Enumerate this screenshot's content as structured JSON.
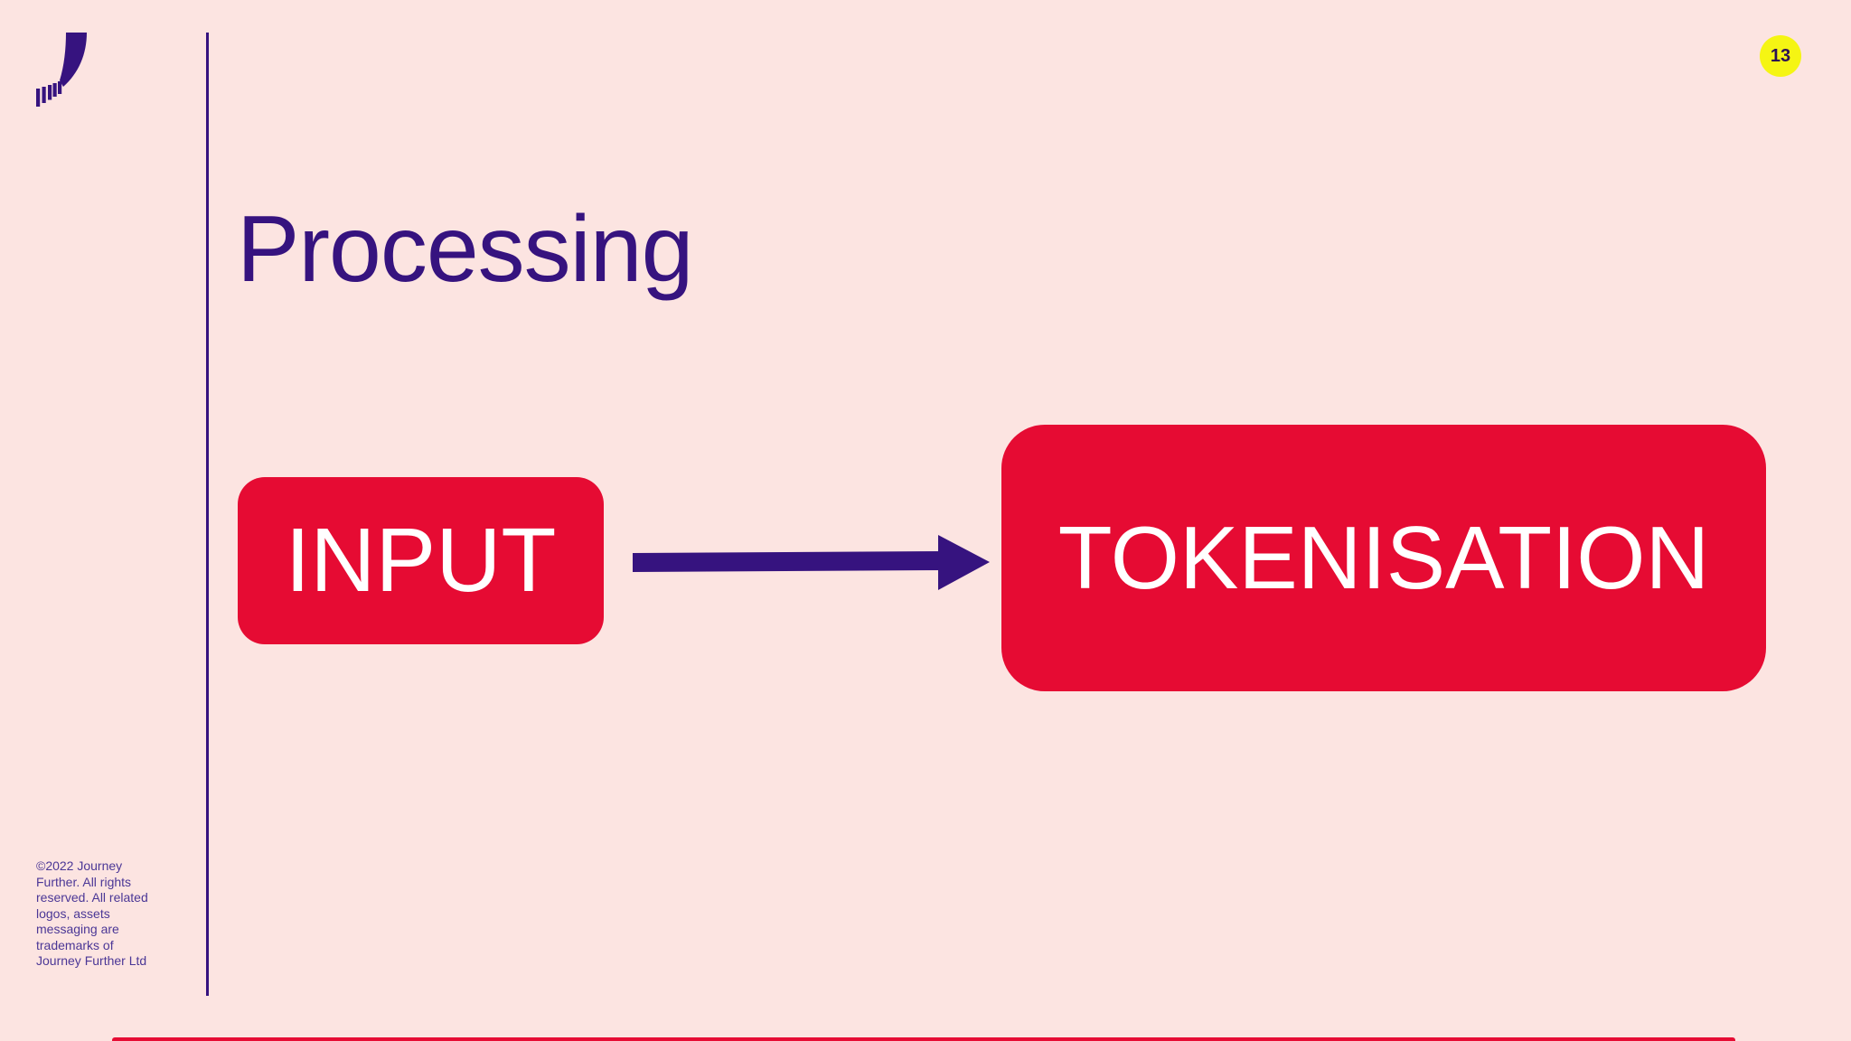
{
  "slide": {
    "page_number": "13",
    "title": "Processing",
    "copyright": "©2022 Journey\nFurther. All rights\nreserved. All related\nlogos, assets\nmessaging are\ntrademarks of\nJourney Further Ltd"
  },
  "diagram": {
    "type": "flow",
    "nodes": [
      {
        "label": "INPUT"
      },
      {
        "label": "TOKENISATION"
      }
    ],
    "connector": "arrow-right"
  },
  "colors": {
    "background": "#fce4e1",
    "accent_red": "#e60b33",
    "brand_purple": "#36137f",
    "badge_yellow": "#f5f513",
    "badge_text": "#2b0f55",
    "node_text": "#ffffff",
    "copyright_purple": "#4b3796"
  }
}
